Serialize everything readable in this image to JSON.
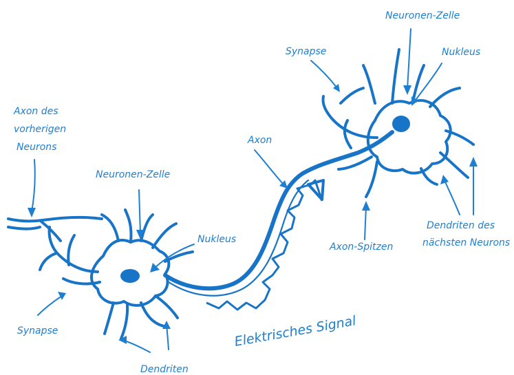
{
  "colors": {
    "ink": "#1874c6",
    "label": "#1e7fd0",
    "background": "#ffffff"
  },
  "labels": {
    "axon_prev_line1": "Axon des",
    "axon_prev_line2": "vorherigen",
    "axon_prev_line3": "Neurons",
    "cell_left": "Neuronen-Zelle",
    "nucleus_left": "Nukleus",
    "synapse_left": "Synapse",
    "dendrites_left": "Dendriten",
    "axon": "Axon",
    "electrical_signal": "Elektrisches Signal",
    "synapse_right": "Synapse",
    "cell_right": "Neuronen-Zelle",
    "nucleus_right": "Nukleus",
    "axon_terminals": "Axon-Spitzen",
    "dendrites_next_line1": "Dendriten des",
    "dendrites_next_line2": "nächsten Neurons"
  }
}
